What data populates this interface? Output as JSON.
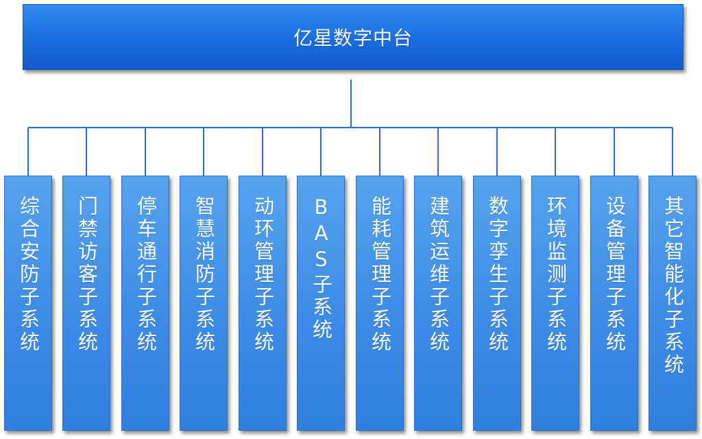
{
  "root": {
    "title": "亿星数字中台"
  },
  "children": [
    {
      "label": "综合安防子系统"
    },
    {
      "label": "门禁访客子系统"
    },
    {
      "label": "停车通行子系统"
    },
    {
      "label": "智慧消防子系统"
    },
    {
      "label": "动环管理子系统"
    },
    {
      "label": "BAS子系统"
    },
    {
      "label": "能耗管理子系统"
    },
    {
      "label": "建筑运维子系统"
    },
    {
      "label": "数字孪生子系统"
    },
    {
      "label": "环境监测子系统"
    },
    {
      "label": "设备管理子系统"
    },
    {
      "label": "其它智能化子系统"
    }
  ],
  "colors": {
    "root_fill": "#1a6de0",
    "child_fill": "#3f8ee6",
    "connector": "#2f6fc0",
    "text": "#ffffff"
  }
}
